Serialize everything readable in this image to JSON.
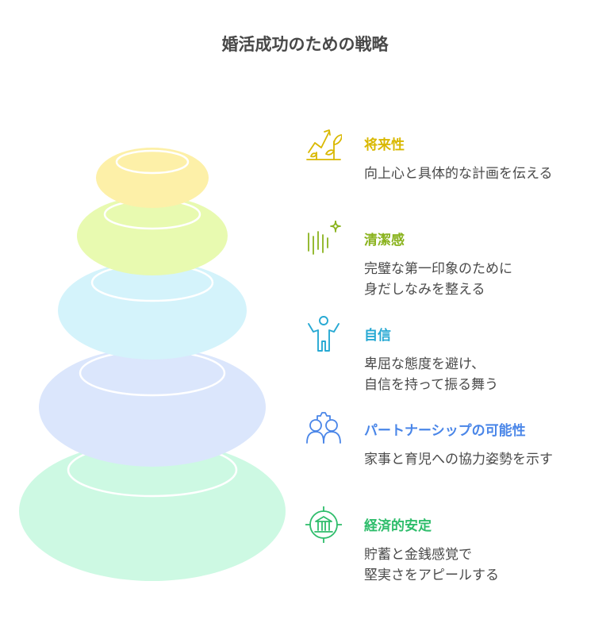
{
  "title": "婚活成功のための戦略",
  "items": [
    {
      "heading": "将来性",
      "desc_lines": [
        "向上心と具体的な計画を伝える"
      ],
      "color": "#d9b800",
      "icon": "growth-arrow-plant-icon"
    },
    {
      "heading": "清潔感",
      "desc_lines": [
        "完璧な第一印象のために",
        "身だしなみを整える"
      ],
      "color": "#8ab31e",
      "icon": "sparkle-lines-icon"
    },
    {
      "heading": "自信",
      "desc_lines": [
        "卑屈な態度を避け、",
        "自信を持って振る舞う"
      ],
      "color": "#27a9d3",
      "icon": "confident-person-icon"
    },
    {
      "heading": "パートナーシップの可能性",
      "desc_lines": [
        "家事と育児への協力姿勢を示す"
      ],
      "color": "#4a86e8",
      "icon": "two-people-icon"
    },
    {
      "heading": "経済的安定",
      "desc_lines": [
        "貯蓄と金銭感覚で",
        "堅実さをアピールする"
      ],
      "color": "#2ebd6b",
      "icon": "bank-target-icon"
    }
  ],
  "colors": {
    "yellow": "#fdf0a8",
    "lime": "#e8fab0",
    "cyan": "#d4f3fb",
    "blue": "#dbe6fc",
    "green": "#cdf9e3"
  }
}
